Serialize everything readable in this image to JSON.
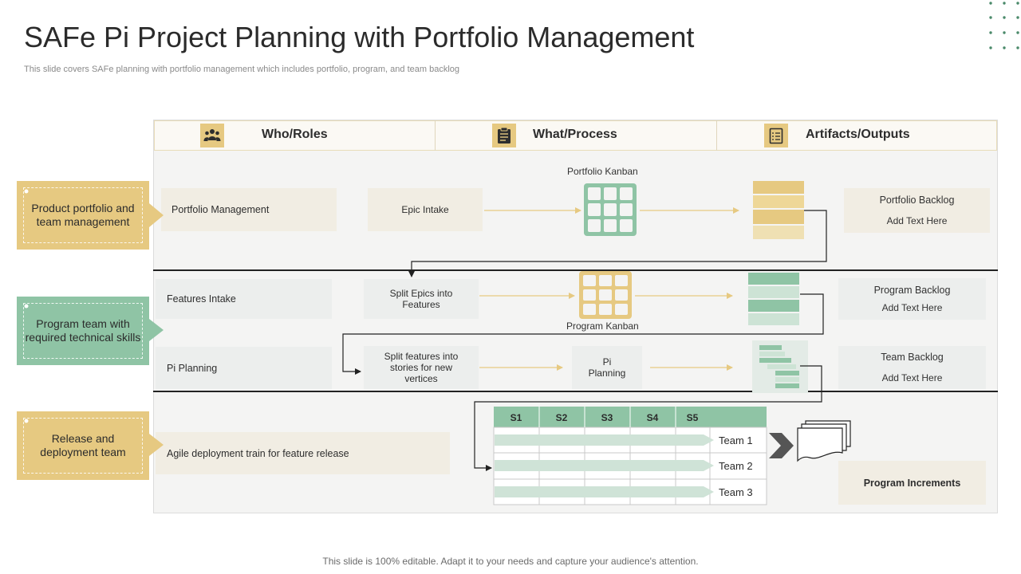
{
  "title": "SAFe Pi Project Planning with Portfolio Management",
  "subtitle": "This slide covers SAFe planning with portfolio management which includes portfolio, program, and team backlog",
  "footer": "This slide is 100% editable. Adapt it to your needs and capture your audience's attention.",
  "colors": {
    "gold": "#e6c981",
    "sage": "#8fc4a5",
    "dark": "#222222",
    "panel": "#f4f4f3"
  },
  "columns": [
    {
      "label": "Who/Roles",
      "icon": "team-icon"
    },
    {
      "label": "What/Process",
      "icon": "clipboard-icon"
    },
    {
      "label": "Artifacts/Outputs",
      "icon": "checklist-icon"
    }
  ],
  "side": {
    "portfolio": "Product portfolio and team management",
    "program": "Program team with required technical skills",
    "release": "Release and deployment team"
  },
  "rows": {
    "portfolio_mgmt": "Portfolio Management",
    "epic_intake": "Epic Intake",
    "portfolio_kanban": "Portfolio Kanban",
    "portfolio_backlog": {
      "title": "Portfolio Backlog",
      "text": "Add Text Here"
    },
    "features_intake": "Features Intake",
    "split_epics": "Split Epics into Features",
    "program_kanban": "Program Kanban",
    "program_backlog": {
      "title": "Program Backlog",
      "text": "Add Text Here"
    },
    "pi_planning_role": "Pi Planning",
    "split_features": "Split features into stories for new vertices",
    "pi_planning": "Pi Planning",
    "team_backlog": {
      "title": "Team Backlog",
      "text": "Add Text Here"
    },
    "agile_train": "Agile deployment train for feature release",
    "program_increments": "Program Increments"
  },
  "sprints": [
    "S1",
    "S2",
    "S3",
    "S4",
    "S5"
  ],
  "teams": [
    "Team 1",
    "Team 2",
    "Team 3"
  ]
}
